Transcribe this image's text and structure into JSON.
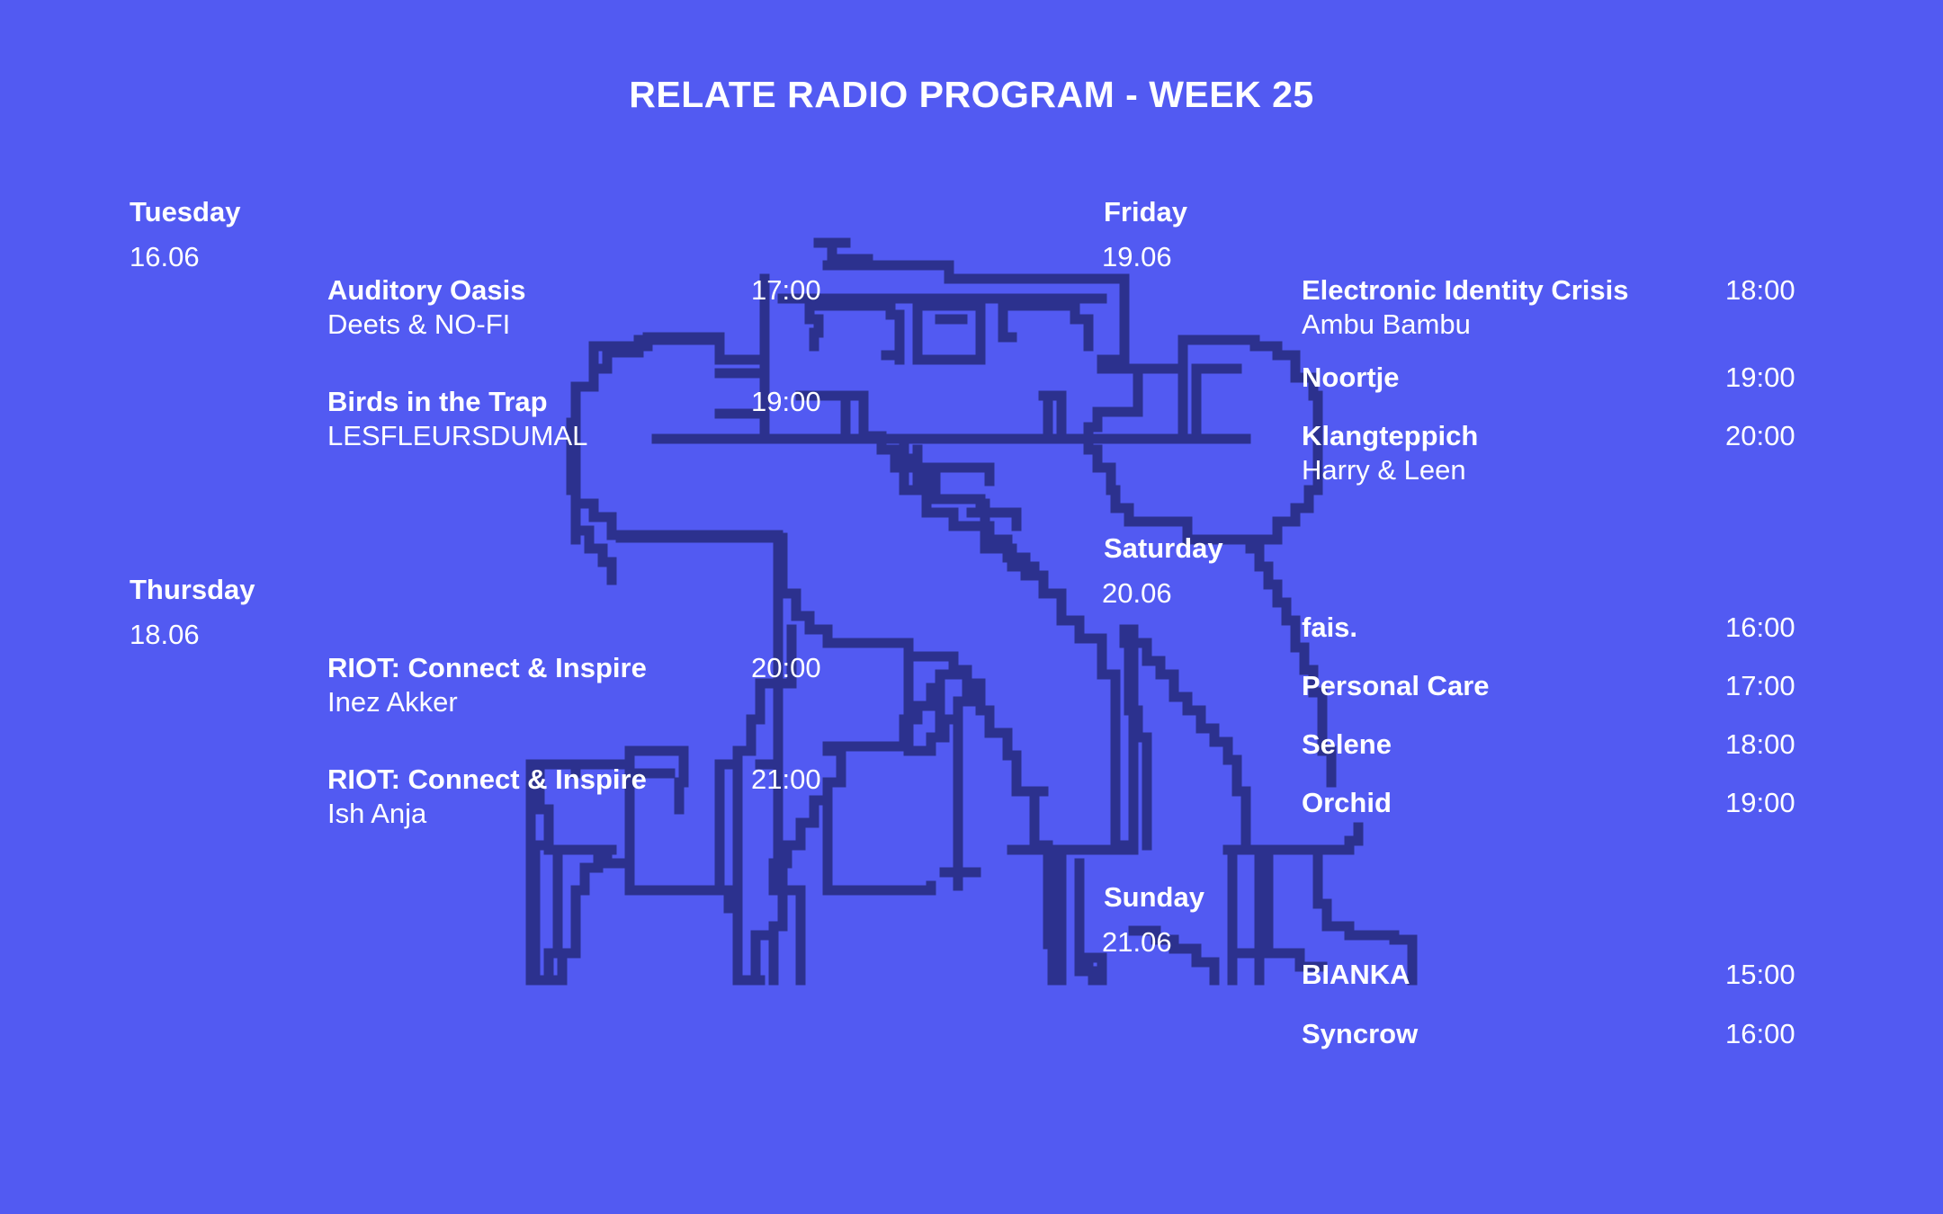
{
  "title": "RELATE RADIO PROGRAM - WEEK 25",
  "colors": {
    "background": "#525AF2",
    "text": "#FFFFFF",
    "illustration": "#2C318E"
  },
  "illustration": "pixel-robot-figure",
  "tuesday": {
    "day": "Tuesday",
    "date": "16.06",
    "shows": [
      {
        "title": "Auditory Oasis",
        "host": "Deets & NO-FI",
        "time": "17:00"
      },
      {
        "title": "Birds in the Trap",
        "host": "LESFLEURSDUMAL",
        "time": "19:00"
      }
    ]
  },
  "thursday": {
    "day": "Thursday",
    "date": "18.06",
    "shows": [
      {
        "title": "RIOT: Connect & Inspire",
        "host": "Inez Akker",
        "time": "20:00"
      },
      {
        "title": "RIOT: Connect & Inspire",
        "host": "Ish Anja",
        "time": "21:00"
      }
    ]
  },
  "friday": {
    "day": "Friday",
    "date": "19.06",
    "shows": [
      {
        "title": "Electronic Identity Crisis",
        "host": "Ambu Bambu",
        "time": "18:00"
      },
      {
        "title": "Noortje",
        "time": "19:00"
      },
      {
        "title": "Klangteppich",
        "host": "Harry & Leen",
        "time": "20:00"
      }
    ]
  },
  "saturday": {
    "day": "Saturday",
    "date": "20.06",
    "shows": [
      {
        "title": "fais.",
        "time": "16:00"
      },
      {
        "title": "Personal Care",
        "time": "17:00"
      },
      {
        "title": "Selene",
        "time": "18:00"
      },
      {
        "title": "Orchid",
        "time": "19:00"
      }
    ]
  },
  "sunday": {
    "day": "Sunday",
    "date": "21.06",
    "shows": [
      {
        "title": "BIANKA",
        "time": "15:00"
      },
      {
        "title": "Syncrow",
        "time": "16:00"
      }
    ]
  }
}
